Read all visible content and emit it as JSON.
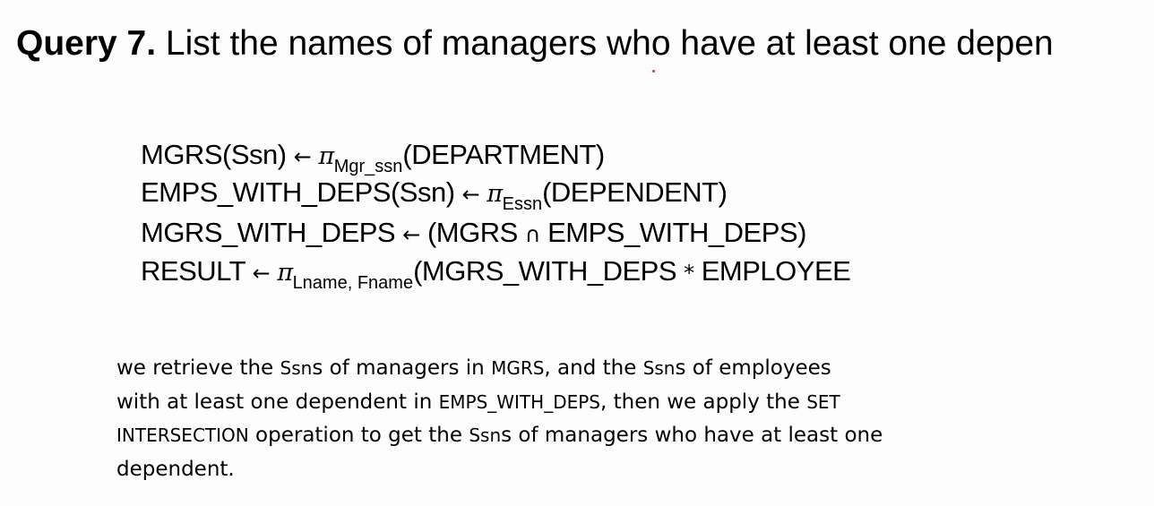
{
  "title": {
    "label": "Query 7.",
    "text": " List the names of managers who have at least one depen"
  },
  "formulas": [
    {
      "lhs": "MGRS(Ssn)",
      "arrow": "←",
      "op": "π",
      "sub": "Mgr_ssn",
      "rhs": "(DEPARTMENT)"
    },
    {
      "lhs": "EMPS_WITH_DEPS(Ssn)",
      "arrow": "←",
      "op": "π",
      "sub": "Essn",
      "rhs": "(DEPENDENT)"
    },
    {
      "lhs": "MGRS_WITH_DEPS",
      "arrow": "←",
      "rhs_a": "(MGRS",
      "symbol": "∩",
      "rhs_b": "EMPS_WITH_DEPS)"
    },
    {
      "lhs": "RESULT",
      "arrow": "←",
      "op": "π",
      "sub": "Lname, Fname",
      "rhs_a": "(MGRS_WITH_DEPS",
      "symbol": "*",
      "rhs_b": "EMPLOYEE"
    }
  ],
  "paragraph": {
    "l1_a": "we retrieve the ",
    "l1_b": "Ssn",
    "l1_c": "s of managers in ",
    "l1_d": "MGRS",
    "l1_e": ", and the ",
    "l1_f": "Ssn",
    "l1_g": "s of employees",
    "l2_a": "with at least one dependent in ",
    "l2_b": "EMPS_WITH_DEPS",
    "l2_c": ", then we apply the ",
    "l2_d": "SET",
    "l3_a": "INTERSECTION",
    "l3_b": " operation to get the ",
    "l3_c": "Ssn",
    "l3_d": "s of managers who have at least one",
    "l4_a": "dependent."
  }
}
